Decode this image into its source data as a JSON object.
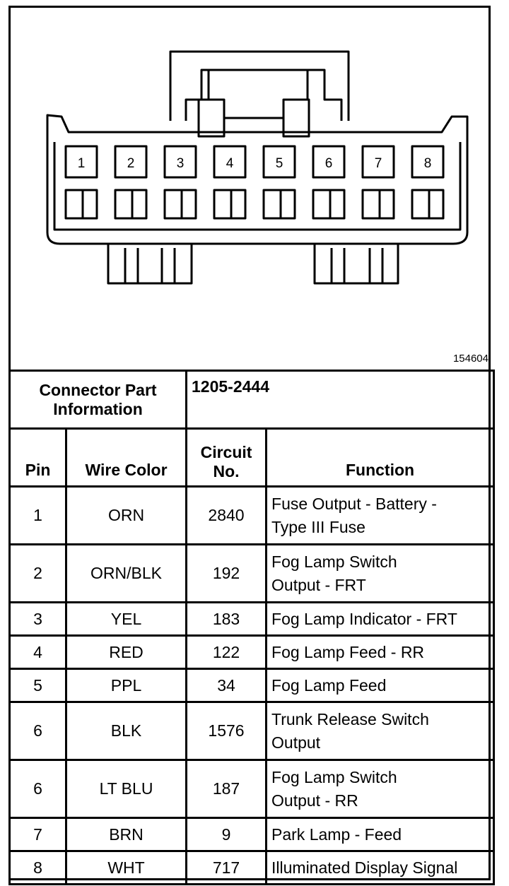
{
  "figure_number": "154604",
  "connector": {
    "pin_labels": [
      "1",
      "2",
      "3",
      "4",
      "5",
      "6",
      "7",
      "8"
    ]
  },
  "part_info": {
    "label_line1": "Connector Part",
    "label_line2": "Information",
    "value": "1205-2444"
  },
  "columns": {
    "pin": "Pin",
    "wire_color": "Wire Color",
    "circuit_line1": "Circuit",
    "circuit_line2": "No.",
    "function": "Function"
  },
  "rows": [
    {
      "pin": "1",
      "wire_color": "ORN",
      "circuit": "2840",
      "function_lines": [
        "Fuse Output - Battery -",
        "Type III Fuse"
      ]
    },
    {
      "pin": "2",
      "wire_color": "ORN/BLK",
      "circuit": "192",
      "function_lines": [
        "Fog Lamp Switch",
        "Output - FRT"
      ]
    },
    {
      "pin": "3",
      "wire_color": "YEL",
      "circuit": "183",
      "function_lines": [
        "Fog Lamp Indicator - FRT"
      ]
    },
    {
      "pin": "4",
      "wire_color": "RED",
      "circuit": "122",
      "function_lines": [
        "Fog Lamp Feed - RR"
      ]
    },
    {
      "pin": "5",
      "wire_color": "PPL",
      "circuit": "34",
      "function_lines": [
        "Fog Lamp Feed"
      ]
    },
    {
      "pin": "6",
      "wire_color": "BLK",
      "circuit": "1576",
      "function_lines": [
        "Trunk Release Switch",
        "Output"
      ]
    },
    {
      "pin": "6",
      "wire_color": "LT BLU",
      "circuit": "187",
      "function_lines": [
        "Fog Lamp Switch",
        "Output - RR"
      ]
    },
    {
      "pin": "7",
      "wire_color": "BRN",
      "circuit": "9",
      "function_lines": [
        "Park Lamp - Feed"
      ]
    },
    {
      "pin": "8",
      "wire_color": "WHT",
      "circuit": "717",
      "function_lines": [
        "Illuminated Display Signal"
      ]
    }
  ]
}
